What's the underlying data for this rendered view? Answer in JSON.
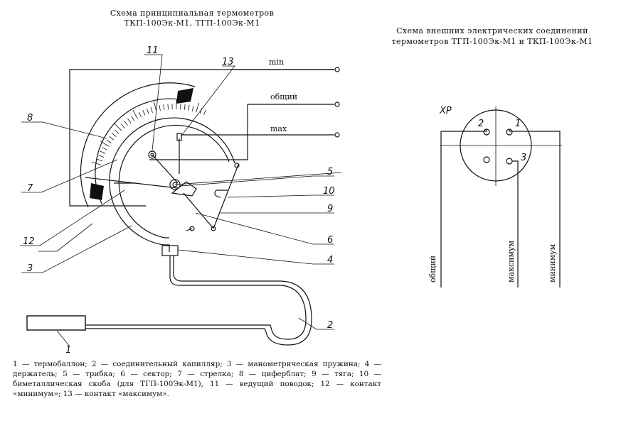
{
  "left_title": [
    "Схема принципиальная термометров",
    "ТКП-100Эк-М1,  ТГП-100Эк-М1"
  ],
  "right_title": [
    "Схема внешних электрических соединений",
    "термометров ТГП-100Эк-М1 и ТКП-100Эк-М1"
  ],
  "wire_labels": {
    "min": "min",
    "common": "общий",
    "max": "max"
  },
  "callouts": [
    "1",
    "2",
    "3",
    "4",
    "5",
    "6",
    "7",
    "8",
    "9",
    "10",
    "11",
    "12",
    "13"
  ],
  "connector": {
    "label": "ХР",
    "pins": [
      "1",
      "2",
      "3"
    ],
    "lines": [
      "общий",
      "максимум",
      "минимум"
    ]
  },
  "legend": "1 — термобаллон; 2 — соединительный капилляр; 3 — манометрическая пружина; 4 — держатель; 5 — трибка; 6 — сектор; 7 — стрелка; 8 — циферблат; 9 — тяга; 10 — биметаллическая скоба (для ТГП-100Эк-М1), 11 — ведущий поводок; 12 — контакт «минимум»; 13 — контакт «максимум»."
}
